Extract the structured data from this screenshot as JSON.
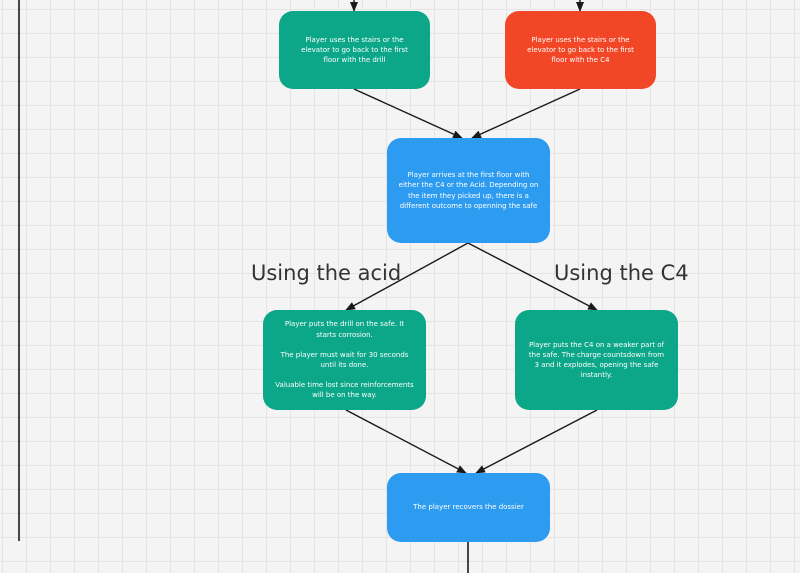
{
  "nodes": {
    "drill_return": "Player uses the stairs or the elevator to go back to the first floor with the drill",
    "c4_return": "Player uses the stairs or the elevator to go back to the first floor with the C4",
    "arrival": "Player arrives at the first floor with either the C4 or the Acid. Depending on the item they picked up, there is a different outcome to openning the safe",
    "acid_outcome": "Player puts the drill on the safe. It starts corrosion.\n\nThe player must wait for 30 seconds until its done.\n\nValuable time lost since reinforcements will be on the way.",
    "c4_outcome": "Player puts the C4 on a weaker part of the safe. The charge countsdown from 3 and it explodes, opening the safe instantly.",
    "recover": "The player recovers the dossier"
  },
  "labels": {
    "acid": "Using the acid",
    "c4": "Using the C4"
  },
  "colors": {
    "green": "#0ca789",
    "red": "#f24726",
    "blue": "#2d9bf0"
  }
}
